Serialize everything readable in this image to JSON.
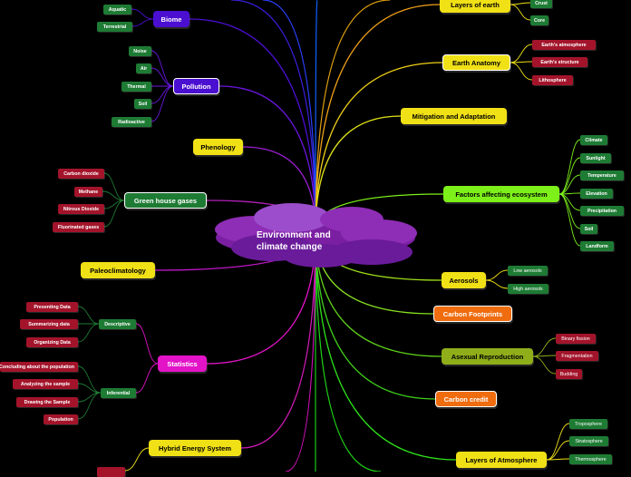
{
  "center": {
    "title": "Environment and\nclimate change"
  },
  "colors": {
    "cloud": "#7b1fa2",
    "cloud_light": "#9c4dcc",
    "green_leaf": "#1e7b34",
    "red_leaf": "#a3142b",
    "yellow": "#f0e016",
    "purple_dark": "#4b0fd1",
    "orange": "#ef6c0f"
  },
  "branches": {
    "biome": {
      "label": "Biome",
      "children": [
        "Aquatic",
        "Terrestrial"
      ]
    },
    "pollution": {
      "label": "Pollution",
      "children": [
        "Noise",
        "Air",
        "Thermal",
        "Soil",
        "Radioactive"
      ]
    },
    "phenology": {
      "label": "Phenology"
    },
    "greenhouse": {
      "label": "Green house gases",
      "children": [
        "Carbon dioxide",
        "Methane",
        "Nitrous Dioxide",
        "Fluorinated gases"
      ]
    },
    "paleoclimatology": {
      "label": "Paleoclimatology"
    },
    "statistics": {
      "label": "Statistics",
      "descriptive": {
        "label": "Descriptive",
        "children": [
          "Presenting Data",
          "Summarizing data",
          "Organizing Data"
        ]
      },
      "inferential": {
        "label": "Inferential",
        "children": [
          "Concluding about the population",
          "Analyzing the sample",
          "Drawing the Sample",
          "Population"
        ]
      }
    },
    "hybrid": {
      "label": "Hybrid Energy System"
    },
    "layers_earth": {
      "label": "Layers of earth",
      "children": [
        "Crust",
        "Core"
      ]
    },
    "earth_anatomy": {
      "label": "Earth Anatomy",
      "children": [
        "Earth's atmosphere",
        "Earth's structure",
        "Lithosphere"
      ]
    },
    "mitigation": {
      "label": "Mitigation and Adaptation"
    },
    "factors": {
      "label": "Factors affecting ecosystem",
      "children": [
        "Climate",
        "Sunlight",
        "Temperature",
        "Elevation",
        "Precipitation",
        "Soil",
        "Landform"
      ]
    },
    "aerosols": {
      "label": "Aerosols",
      "children": [
        "Low aerosols",
        "High aerosols"
      ]
    },
    "carbon_footprints": {
      "label": "Carbon Footprints"
    },
    "asexual": {
      "label": "Asexual Reproduction",
      "children": [
        "Binary fission",
        "Fragmentation",
        "Budding"
      ]
    },
    "carbon_credit": {
      "label": "Carbon credit"
    },
    "layers_atmosphere": {
      "label": "Layers of Atmosphere",
      "children": [
        "Troposphere",
        "Stratosphere",
        "Thermosphere"
      ]
    }
  }
}
